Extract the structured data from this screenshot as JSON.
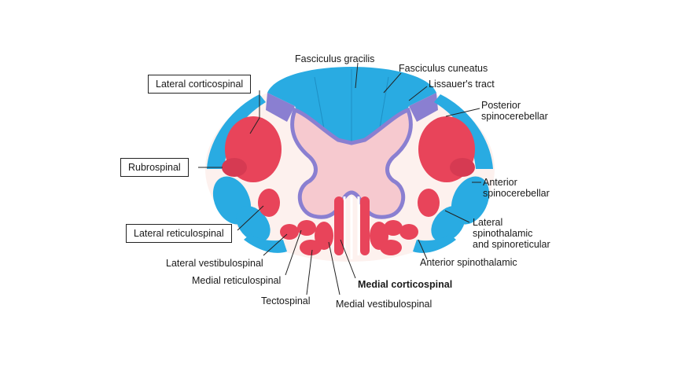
{
  "labels": {
    "fasciculus_gracilis": "Fasciculus gracilis",
    "fasciculus_cuneatus": "Fasciculus cuneatus",
    "lissauers_tract": "Lissauer's tract",
    "posterior_spinocerebellar_1": "Posterior",
    "posterior_spinocerebellar_2": "spinocerebellar",
    "lateral_corticospinal": "Lateral corticospinal",
    "rubrospinal": "Rubrospinal",
    "anterior_spinocerebellar_1": "Anterior",
    "anterior_spinocerebellar_2": "spinocerebellar",
    "lateral_reticulospinal": "Lateral reticulospinal",
    "lateral_spinothalamic_1": "Lateral",
    "lateral_spinothalamic_2": "spinothalamic",
    "lateral_spinothalamic_3": "and spinoreticular",
    "lateral_vestibulospinal": "Lateral vestibulospinal",
    "anterior_spinothalamic": "Anterior spinothalamic",
    "medial_reticulospinal": "Medial reticulospinal",
    "medial_corticospinal": "Medial corticospinal",
    "tectospinal": "Tectospinal",
    "medial_vestibulospinal": "Medial vestibulospinal"
  },
  "colors": {
    "sensory_tracts": "#29abe2",
    "motor_tracts": "#e8445a",
    "gray_matter": "#f6c9cf",
    "gray_matter_border": "#8a7fd1",
    "white_matter_bg": "#fdf1ee",
    "leader_line": "#222222"
  }
}
